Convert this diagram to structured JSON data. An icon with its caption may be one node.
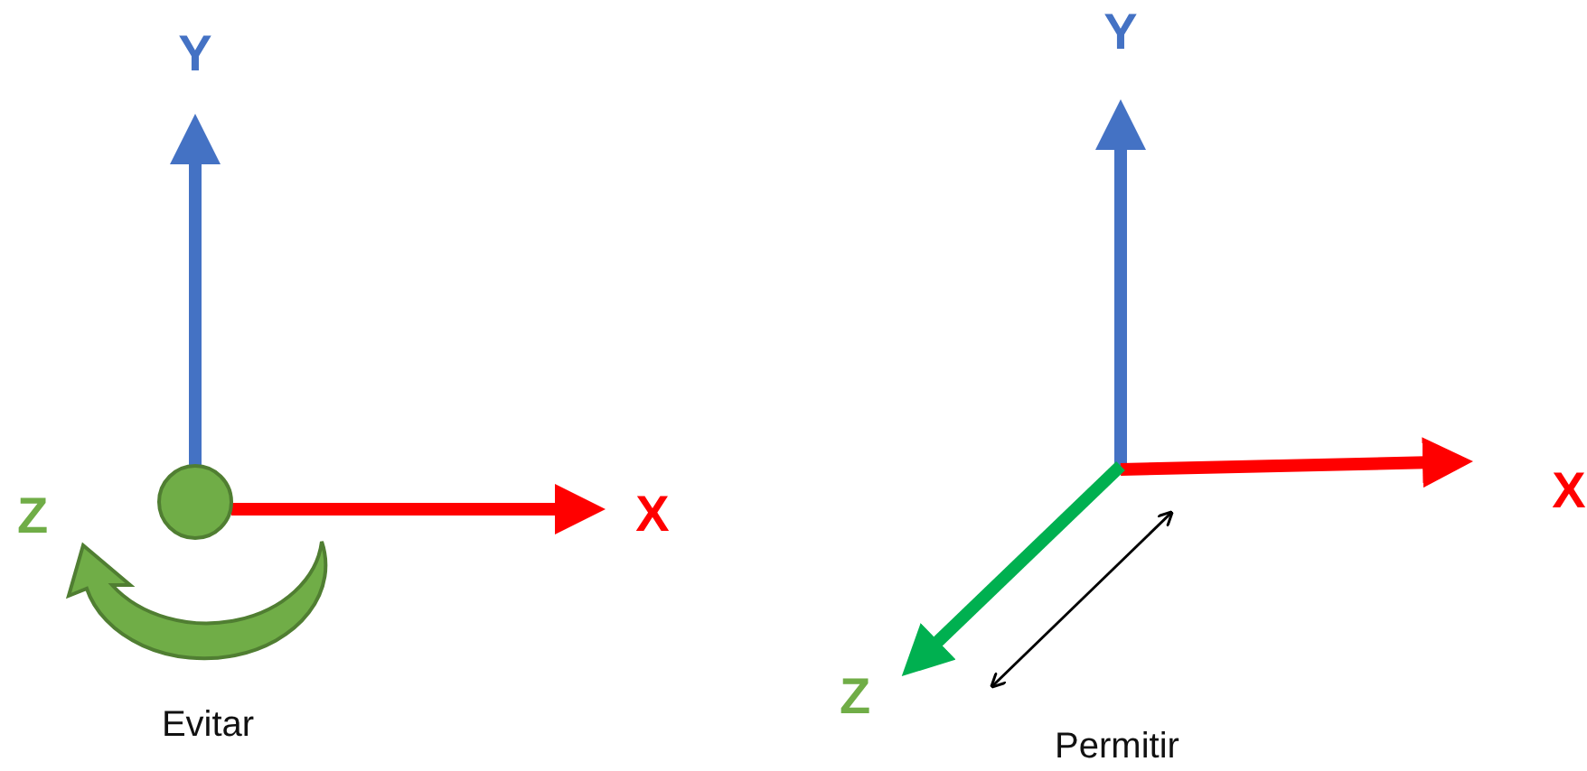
{
  "diagram": {
    "labels": [
      "Y",
      "Z",
      "X",
      "Evitar",
      "Y",
      "X",
      "Z",
      "Permitir"
    ]
  }
}
